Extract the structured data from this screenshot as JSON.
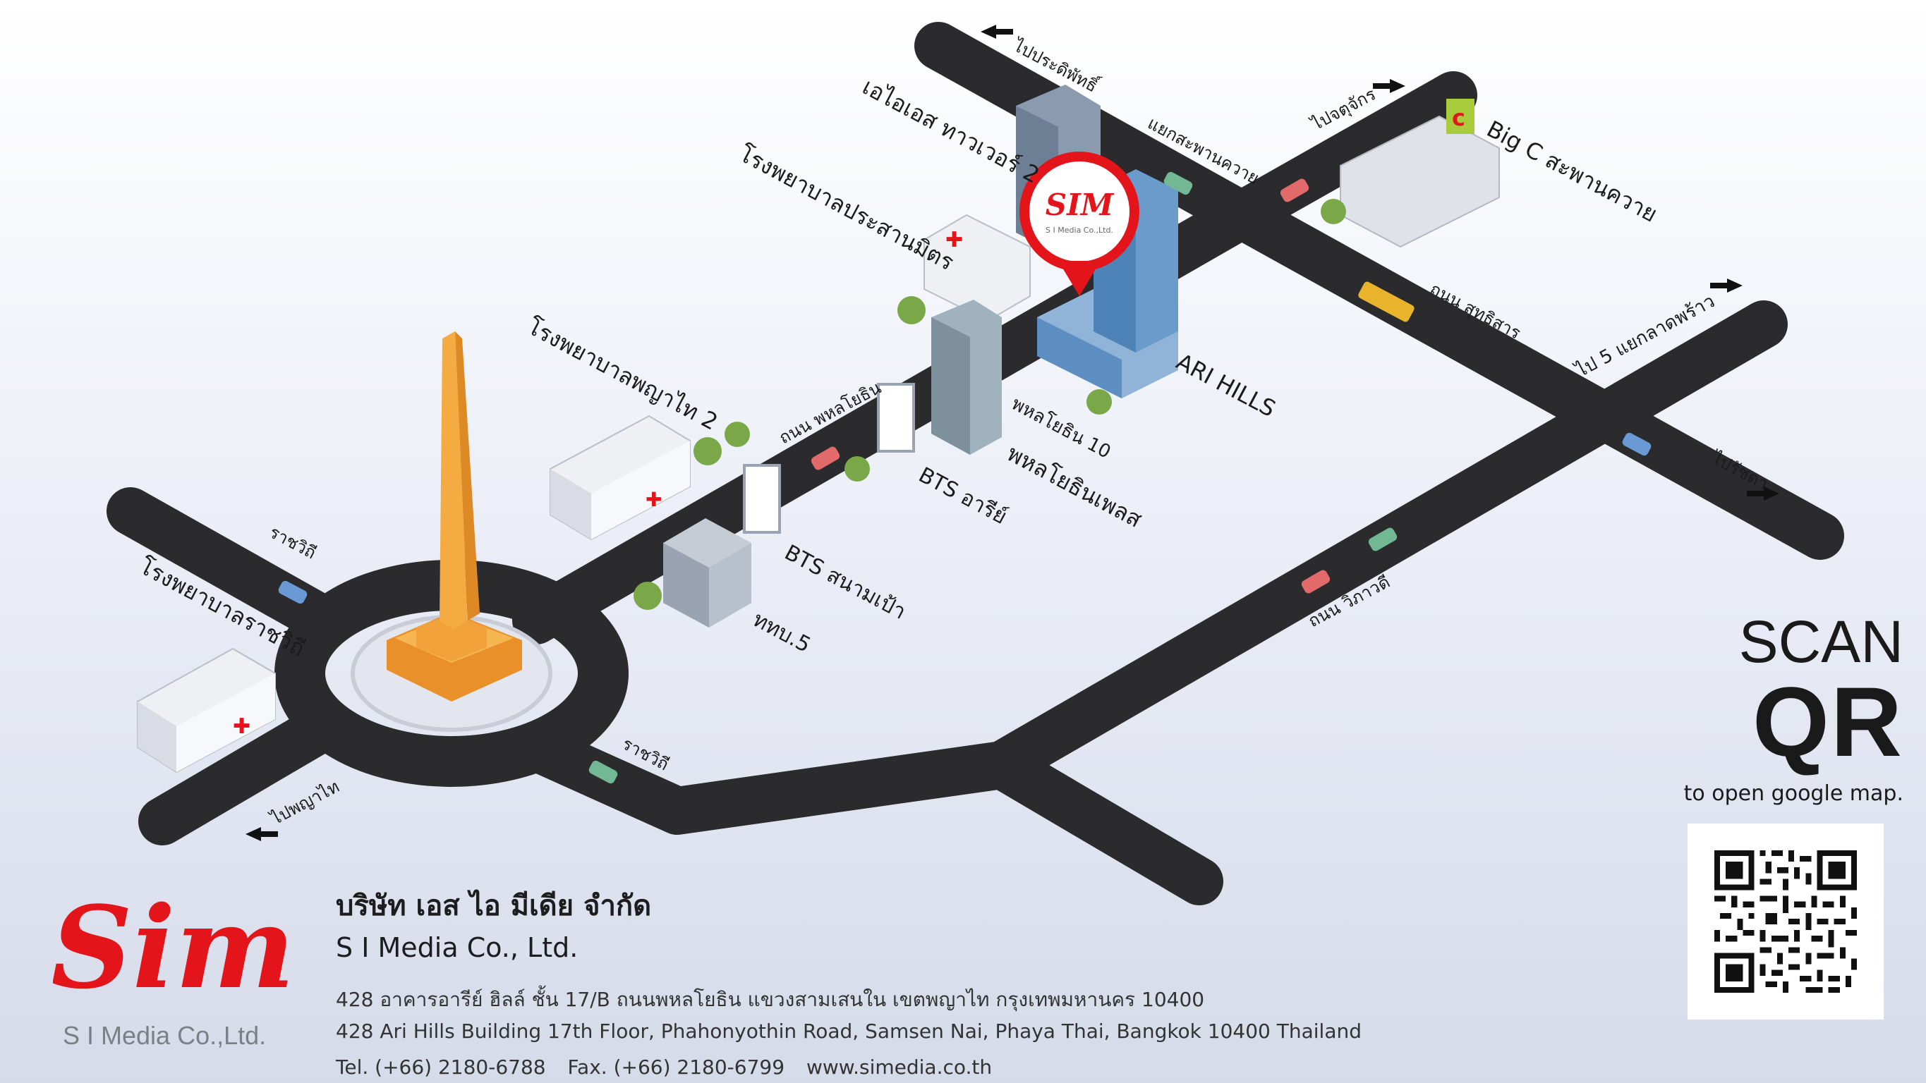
{
  "map": {
    "title_marker": "SIM",
    "marker_caption": "S I Media Co.,Ltd.",
    "labels": {
      "to_pradiphat": "ไปประดิพัทธิ์",
      "to_chatuchak": "ไปจตุจักร",
      "ais_tower": "เอไอเอส ทาวเวอร์ 2",
      "bigc": "Big C สะพานควาย",
      "saphan_khwai_junction": "แยกสะพานควาย",
      "prasanmit_hospital": "โรงพยาบาลประสานมิตร",
      "sutthisan_road": "ถนน สุทธิสาร",
      "to_5_yaek": "ไป 5 แยกลาดพร้าว",
      "phayathai2_hospital": "โรงพยาบาลพญาไท 2",
      "phahonyothin_road": "ถนน พหลโยธิน",
      "ari_hills": "ARI HILLS",
      "phahonyothin_10": "พหลโยธิน 10",
      "phahonyothin_place": "พหลโยธินเพลส",
      "bts_ari": "BTS อารีย์",
      "to_ratchada": "ไปรัชดา",
      "rajavithi_top": "ราชวิถี",
      "bts_sanam_pao": "BTS สนามเป้า",
      "rajavithi_hospital": "โรงพยาบาลราชวิถี",
      "ttb5": "ททบ.5",
      "vibhavadi_road": "ถนน วิภาวดี",
      "rajavithi_bottom": "ราชวิถี",
      "to_phayathai": "ไปพญาไท"
    },
    "icons": {
      "location_pin": "map-pin-icon",
      "hospital_cross": "red-cross-icon",
      "bigc_sign": "bigc-logo-icon"
    }
  },
  "company": {
    "logo_text": "Sim",
    "logo_caption": "S I Media Co.,Ltd.",
    "name_th": "บริษัท เอส ไอ มีเดีย จำกัด",
    "name_en": "S I Media Co., Ltd.",
    "address_th": "428 อาคารอารีย์ ฮิลล์ ชั้น 17/B ถนนพหลโยธิน แขวงสามเสนใน เขตพญาไท กรุงเทพมหานคร 10400",
    "address_en": "428 Ari Hills Building 17th Floor, Phahonyothin Road, Samsen Nai, Phaya Thai, Bangkok 10400 Thailand",
    "tel": "Tel. (+66) 2180-6788",
    "fax": "Fax. (+66) 2180-6799",
    "website": "www.simedia.co.th"
  },
  "qr": {
    "scan": "SCAN",
    "qr": "QR",
    "caption": "to open google map."
  },
  "colors": {
    "brand_red": "#e3151b",
    "road": "#2b2b2d",
    "monument": "#f2a23a"
  }
}
